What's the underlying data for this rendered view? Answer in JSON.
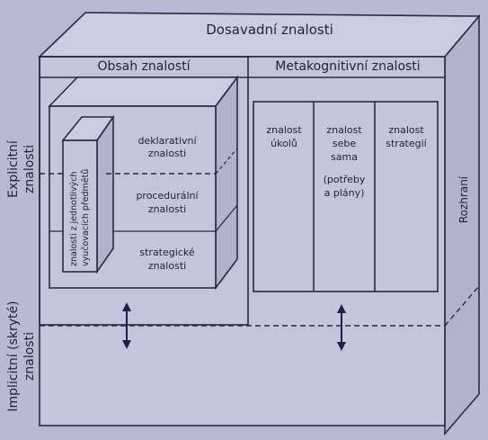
{
  "outer_box": {
    "title": "Dosavadní znalosti",
    "side_label": "Rozhraní"
  },
  "left_panel": {
    "title": "Obsah znalostí",
    "rows": [
      "deklarativní znalosti",
      "procedurální znalosti",
      "strategické znalosti"
    ],
    "inner_block_label": [
      "znalosti z jednotlivých",
      "vyučovacích předmětů"
    ]
  },
  "right_panel": {
    "title": "Metakognitivní znalosti",
    "columns": [
      {
        "lines": [
          "znalost",
          "úkolů"
        ]
      },
      {
        "lines": [
          "znalost",
          "sebe",
          "sama",
          "",
          "(potřeby",
          "a plány)"
        ]
      },
      {
        "lines": [
          "znalost",
          "strategií"
        ]
      }
    ]
  },
  "left_axis": {
    "upper_label": [
      "Explicitní",
      "znalosti"
    ],
    "lower_label": [
      "Implicitní (skryté)",
      "znalosti"
    ]
  }
}
